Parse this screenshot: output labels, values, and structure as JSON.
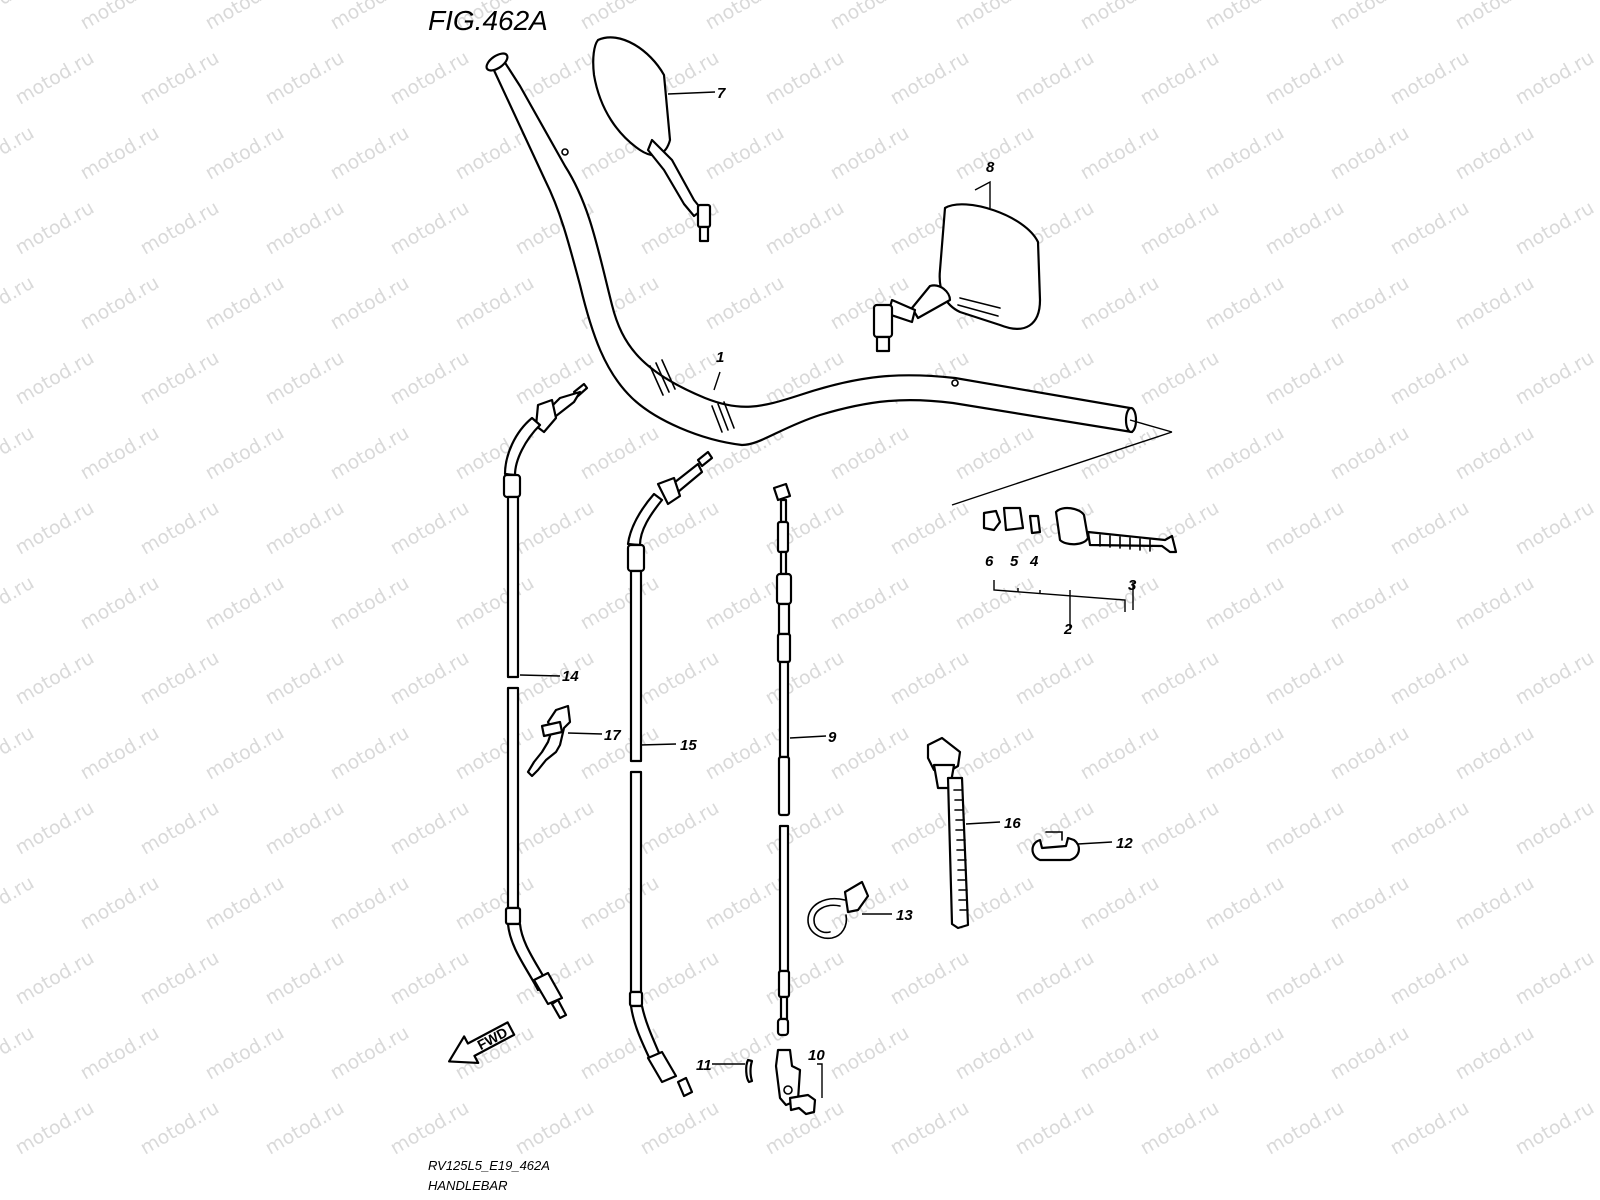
{
  "figure": {
    "title": "FIG.462A",
    "code": "RV125L5_E19_462A",
    "name": "HANDLEBAR"
  },
  "watermark": "motod.ru",
  "direction_arrow": "FWD",
  "callouts": {
    "c1": "1",
    "c2": "2",
    "c3": "3",
    "c4": "4",
    "c5": "5",
    "c6": "6",
    "c7": "7",
    "c8": "8",
    "c9": "9",
    "c10": "10",
    "c11": "11",
    "c12": "12",
    "c13": "13",
    "c14": "14",
    "c15": "15",
    "c16": "16",
    "c17": "17"
  },
  "colors": {
    "line": "#000000",
    "watermark": "#d9d9d9",
    "background": "#ffffff"
  }
}
